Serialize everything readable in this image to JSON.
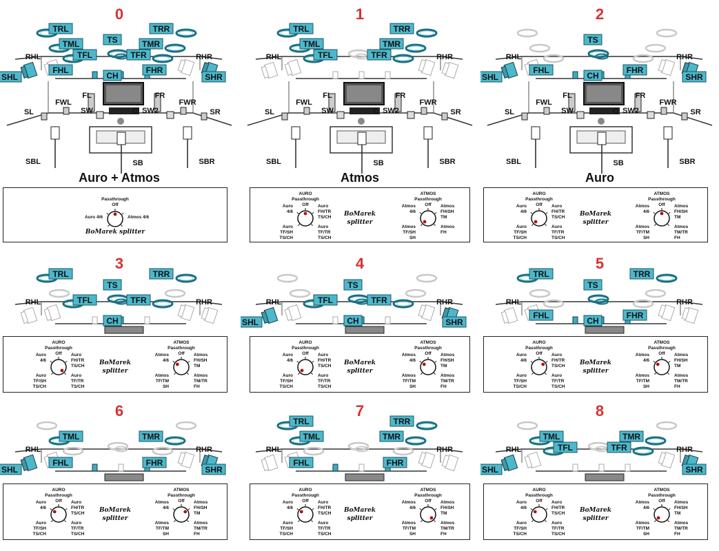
{
  "labels": {
    "TRL": "TRL",
    "TRR": "TRR",
    "TML": "TML",
    "TMR": "TMR",
    "TFL": "TFL",
    "TFR": "TFR",
    "TS": "TS",
    "CH": "CH",
    "RHL": "RHL",
    "RHR": "RHR",
    "SHL": "SHL",
    "SHR": "SHR",
    "FHL": "FHL",
    "FHR": "FHR",
    "FWL": "FWL",
    "FWR": "FWR",
    "FL": "FL",
    "FR": "FR",
    "SL": "SL",
    "SR": "SR",
    "SW": "SW",
    "SW2": "SW2",
    "C": "C",
    "SBL": "SBL",
    "SBR": "SBR",
    "SB": "SB"
  },
  "legend": {
    "title_auro": "AURO",
    "title_atmos": "ATMOS",
    "passthrough": "Passthrough",
    "off": "Off",
    "auro_46": "Auro 4/6",
    "auro_fhtr_tsch": "Auro FH/TR TS/CH",
    "auro_tfsh_tsch": "Auro TF/SH TS/CH",
    "auro_tftr_tsch": "Auro TF/TR TS/CH",
    "atmos_46": "Atmos 4/6",
    "atmos_fhsh_tm": "Atmos FH/SH TM",
    "atmos_tfsh_sh": "Atmos TF/SH SH",
    "atmos_tftm_sh": "Atmos TF/TM SH",
    "atmos_tmtr_fh": "Atmos TM/TR FH",
    "atmos_fh": "Atmos FH",
    "single_auro": "Auro 4/6",
    "single_atmos": "Atmos 4/6",
    "brand_top": "BoMarek",
    "brand_bottom": "splitter",
    "brand_single": "BoMarek splitter"
  },
  "panels": [
    {
      "number": "0",
      "mode": "Auro + Atmos",
      "active": [
        "TRL",
        "TRR",
        "TML",
        "TMR",
        "TFL",
        "TFR",
        "TS",
        "CH",
        "SHL",
        "SHR",
        "FHL",
        "FHR"
      ],
      "legend": "single",
      "auro_knob": "off",
      "atmos_knob": "off"
    },
    {
      "number": "1",
      "mode": "Atmos",
      "active": [
        "TRL",
        "TRR",
        "TML",
        "TMR",
        "TFL",
        "TFR"
      ],
      "legend": "dual",
      "auro_knob": "off",
      "atmos_knob": "Atmos TF/SH SH"
    },
    {
      "number": "2",
      "mode": "Auro",
      "active": [
        "TS",
        "CH",
        "SHL",
        "SHR",
        "FHL",
        "FHR"
      ],
      "legend": "dual",
      "auro_knob": "Auro TF/SH TS/CH",
      "atmos_knob": "off"
    },
    {
      "number": "3",
      "mode": "",
      "active": [
        "TRL",
        "TRR",
        "TFL",
        "TFR",
        "TS",
        "CH"
      ],
      "legend": "dual",
      "auro_knob": "Auro TF/TR TS/CH",
      "atmos_knob": "Atmos 4/6"
    },
    {
      "number": "4",
      "mode": "",
      "active": [
        "TS",
        "CH",
        "TFL",
        "TFR",
        "SHL",
        "SHR"
      ],
      "legend": "dual",
      "auro_knob": "Auro TF/SH TS/CH",
      "atmos_knob": "Atmos 4/6"
    },
    {
      "number": "5",
      "mode": "",
      "active": [
        "TRL",
        "TRR",
        "TS",
        "CH",
        "FHL",
        "FHR"
      ],
      "legend": "dual",
      "auro_knob": "Auro FH/TR TS/CH",
      "atmos_knob": "Atmos 4/6"
    },
    {
      "number": "6",
      "mode": "",
      "active": [
        "TML",
        "TMR",
        "SHL",
        "SHR",
        "FHL",
        "FHR"
      ],
      "legend": "dual",
      "auro_knob": "Auro 4/6",
      "atmos_knob": "Atmos FH/SH TM"
    },
    {
      "number": "7",
      "mode": "",
      "active": [
        "TRL",
        "TRR",
        "TML",
        "TMR",
        "FHL",
        "FHR"
      ],
      "legend": "dual",
      "auro_knob": "Auro 4/6",
      "atmos_knob": "Atmos TM/TR FH"
    },
    {
      "number": "8",
      "mode": "",
      "active": [
        "TML",
        "TMR",
        "TFL",
        "TFR",
        "SHL",
        "SHR"
      ],
      "legend": "dual",
      "auro_knob": "Auro 4/6",
      "atmos_knob": "Atmos TF/TM SH"
    }
  ],
  "colors": {
    "tag_fill": "#4db8cc",
    "tag_stroke": "#1a5560",
    "ring_active": "#2a8fa3",
    "ring_inactive": "#c8c8c8",
    "number": "#d93030",
    "knob_dot": "#b31010"
  }
}
